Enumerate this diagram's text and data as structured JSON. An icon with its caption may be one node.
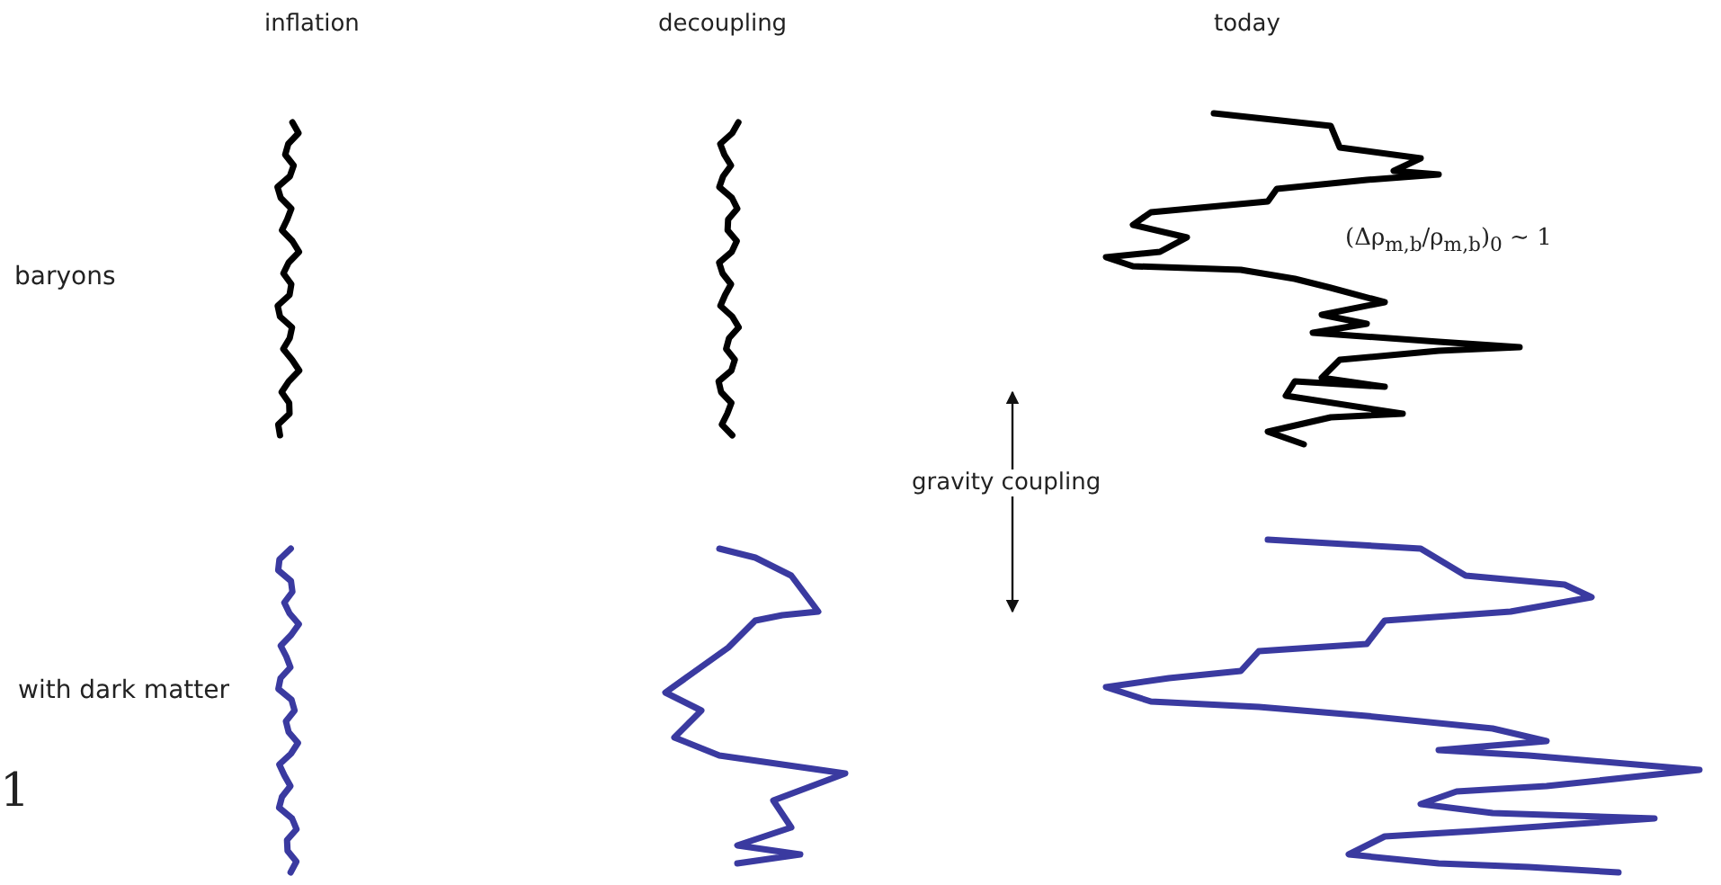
{
  "diagram": {
    "labels": [
      "inflation",
      "decoupling",
      "today",
      "baryons",
      "(Δρ$_{m,b}$/ρ$_{m,b}$)$_{0}$ ~ 1",
      "gravity coupling",
      "with dark matter",
      "1"
    ]
  }
}
